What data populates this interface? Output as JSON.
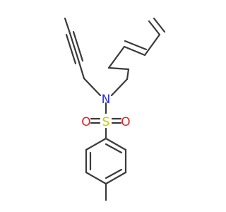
{
  "colors": {
    "background": "#ffffff",
    "bond": "#3a3a3a",
    "nitrogen": "#2d2de0",
    "sulfur": "#c8c800",
    "oxygen": "#e02020"
  },
  "atoms": {
    "nitrogen": "N",
    "sulfur": "S",
    "oxygen_left": "O",
    "oxygen_right": "O"
  }
}
